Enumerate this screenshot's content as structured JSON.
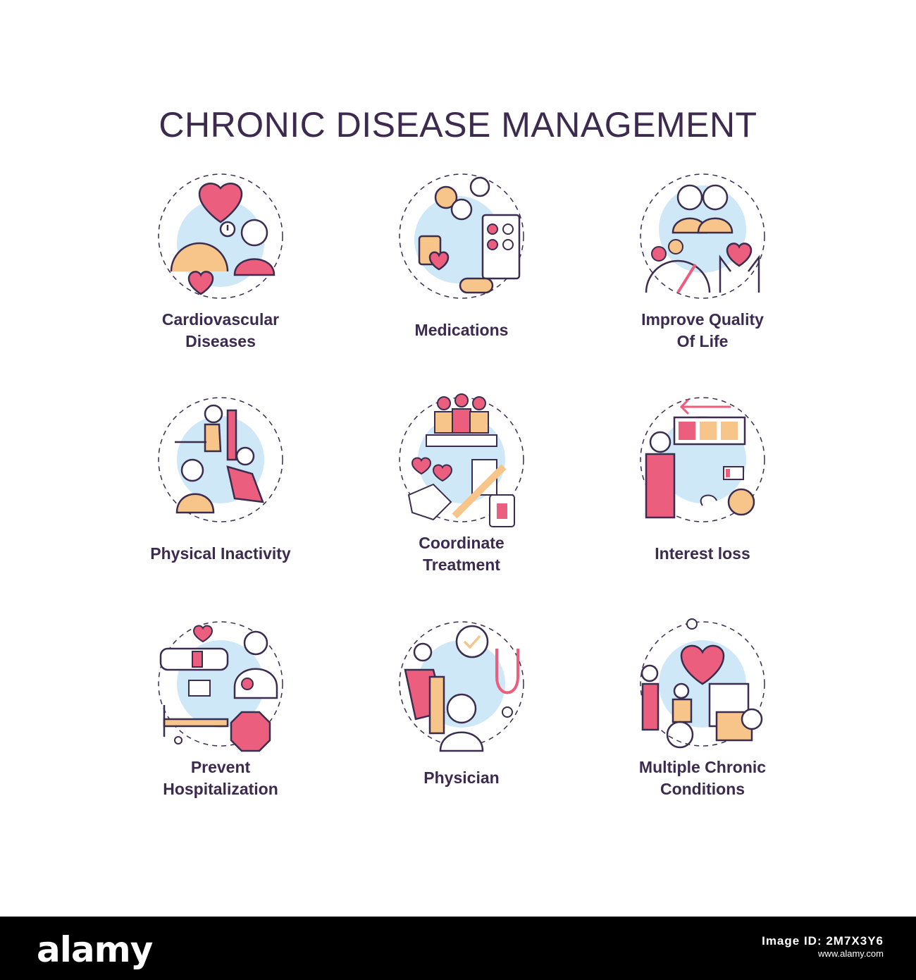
{
  "title": "CHRONIC DISEASE MANAGEMENT",
  "colors": {
    "text": "#3c2a4f",
    "stroke": "#3b2d4f",
    "pink": "#ec5e7e",
    "orange": "#f7c48a",
    "blue": "#cfe8f7"
  },
  "items": [
    {
      "label_lines": [
        "Cardiovascular",
        "Diseases"
      ],
      "icon": "heart-speedometer-icon"
    },
    {
      "label_lines": [
        "Medications"
      ],
      "icon": "pills-vitamins-icon"
    },
    {
      "label_lines": [
        "Improve Quality",
        "Of Life"
      ],
      "icon": "couple-gauge-icon"
    },
    {
      "label_lines": [
        "Physical Inactivity"
      ],
      "icon": "sitting-people-icon"
    },
    {
      "label_lines": [
        "Coordinate",
        "Treatment"
      ],
      "icon": "team-syringe-icon"
    },
    {
      "label_lines": [
        "Interest loss"
      ],
      "icon": "low-battery-person-icon"
    },
    {
      "label_lines": [
        "Prevent",
        "Hospitalization"
      ],
      "icon": "hospital-bed-icon"
    },
    {
      "label_lines": [
        "Physician"
      ],
      "icon": "doctor-stethoscope-icon"
    },
    {
      "label_lines": [
        "Multiple Chronic",
        "Conditions"
      ],
      "icon": "wheelchair-heart-icon"
    }
  ],
  "footer": {
    "brand": "alamy",
    "image_id_label": "Image ID: 2M7X3Y6",
    "url": "www.alamy.com"
  }
}
